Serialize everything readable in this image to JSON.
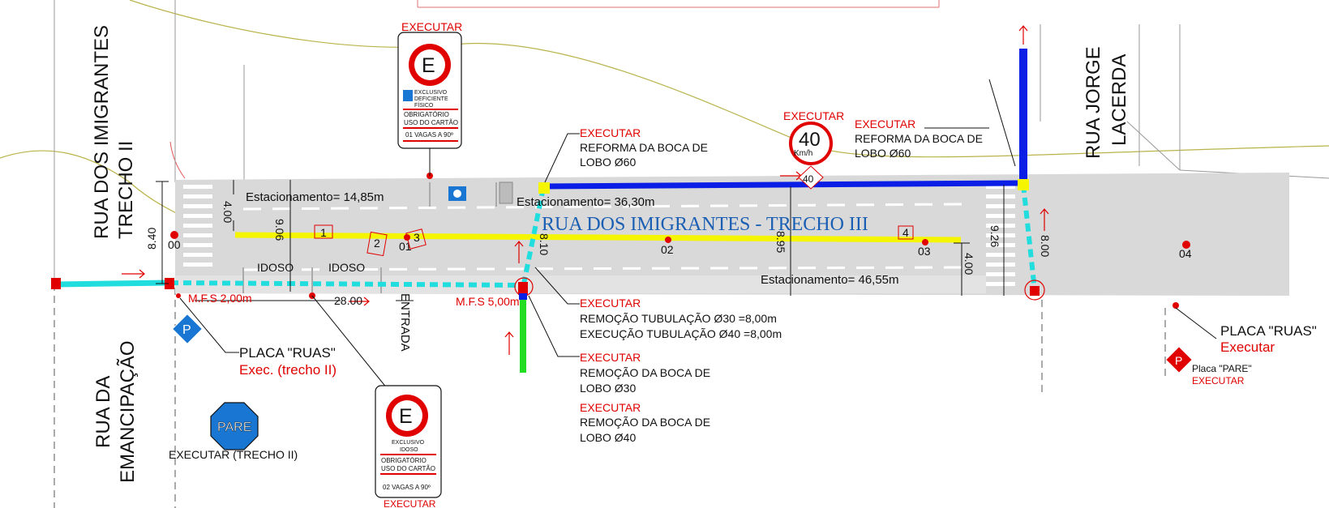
{
  "streets": {
    "imigrantes_ii_line1": "RUA DOS IMIGRANTES",
    "imigrantes_ii_line2": "TRECHO II",
    "jorge_lacerda_line1": "RUA JORGE",
    "jorge_lacerda_line2": "LACERDA",
    "emancipacao_line1": "RUA DA",
    "emancipacao_line2": "EMANCIPAÇÃO",
    "main_title": "RUA DOS IMIGRANTES - TRECHO III"
  },
  "parking": {
    "north_west": "Estacionamento= 14,85m",
    "north_east": "Estacionamento= 36,30m",
    "south": "Estacionamento= 46,55m"
  },
  "dimensions": {
    "d_840": "8.40",
    "d_400_left": "4.00",
    "d_906": "9.06",
    "d_810": "8.10",
    "d_895": "8.95",
    "d_926": "9.26",
    "d_400_right": "4.00",
    "d_800": "8.00",
    "d_2800": "28.00",
    "mfs_200": "M.F.S 2,00m",
    "mfs_500": "M.F.S 5,00m"
  },
  "stations": [
    "00",
    "01",
    "02",
    "03",
    "04"
  ],
  "stalls": [
    "1",
    "2",
    "3",
    "4"
  ],
  "labels": {
    "idoso": "IDOSO",
    "entrada": "ENTRADA"
  },
  "notes": {
    "executar": "EXECUTAR",
    "reforma_1": "REFORMA DA BOCA DE",
    "reforma_2": "LOBO Ø60",
    "remocao_tub": "REMOÇÃO TUBULAÇÃO Ø30 =8,00m",
    "execucao_tub": "EXECUÇÃO TUBULAÇÃO Ø40 =8,00m",
    "remocao_boca_1": "REMOÇÃO DA BOCA DE",
    "remocao_boca_lobo30": "LOBO Ø30",
    "remocao_boca_lobo40": "LOBO Ø40",
    "placa_ruas": "PLACA \"RUAS\"",
    "exec_trecho_ii": "Exec. (trecho II)",
    "executar_trecho_ii": "EXECUTAR (TRECHO II)",
    "executar_cap": "Executar",
    "placa_pare": "Placa \"PARE\""
  },
  "signs": {
    "e_letter": "E",
    "p_letter": "P",
    "pare": "PARE",
    "speed_value": "40",
    "speed_unit": "Km/h",
    "deficiente_1": "EXCLUSIVO",
    "deficiente_2": "DEFICIENTE",
    "deficiente_3": "FÍSICO",
    "obrigatorio": "OBRIGATÓRIO",
    "uso_cartao": "USO DO CARTÃO",
    "vagas_01": "01 VAGAS A 90º",
    "idoso_1": "EXCLUSIVO",
    "idoso_2": "IDOSO",
    "vagas_02": "02 VAGAS A 90º"
  },
  "colors": {
    "road": "#d9d9d9",
    "yellow_line": "#f5f500",
    "blue_pipe": "#0a1ee6",
    "cyan_pipe": "#22dddd",
    "green_pipe": "#22dd22",
    "red": "#e00000",
    "sign_blue": "#1976d2",
    "title_blue": "#1a5fb4"
  }
}
